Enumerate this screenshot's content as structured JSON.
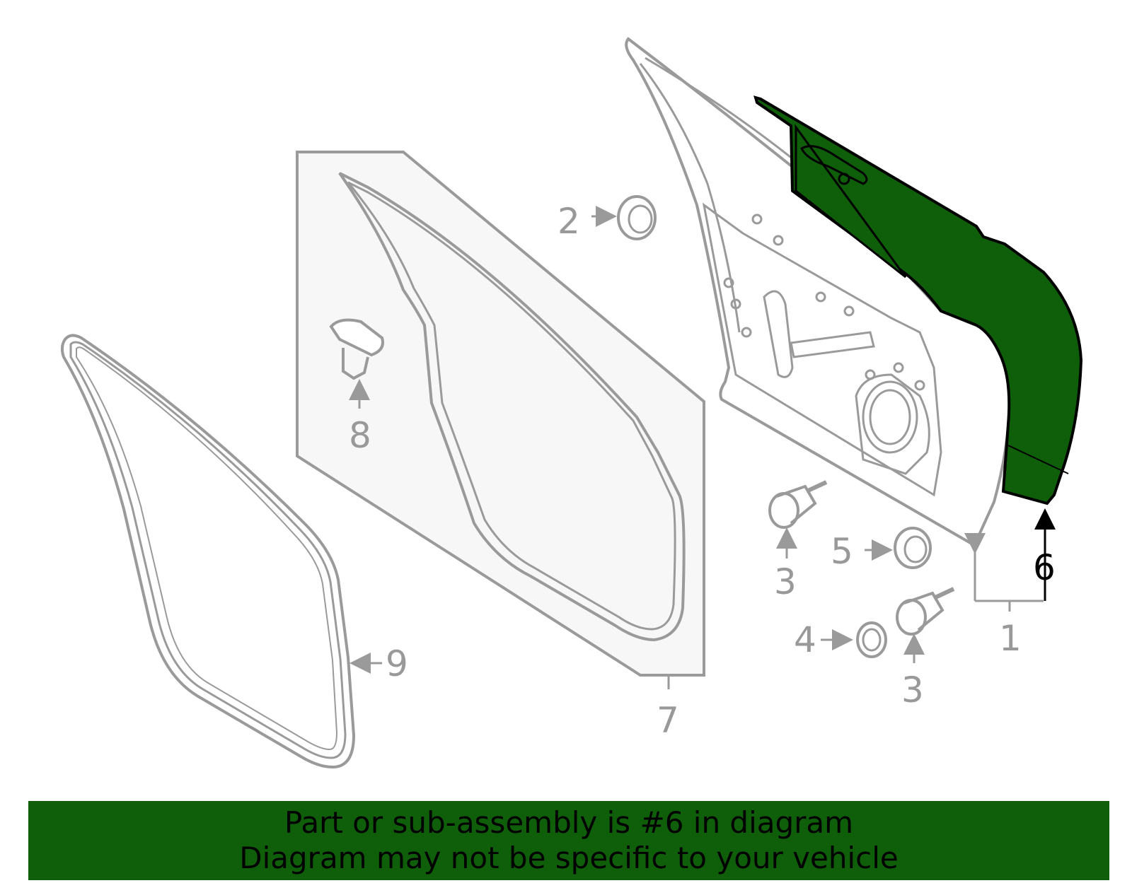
{
  "diagram": {
    "callouts": {
      "c1": "1",
      "c2": "2",
      "c3a": "3",
      "c3b": "3",
      "c4": "4",
      "c5": "5",
      "c6": "6",
      "c7": "7",
      "c8": "8",
      "c9": "9"
    },
    "highlighted_part": "6",
    "colors": {
      "line": "#9a9a9a",
      "highlight_fill": "#0f5e0a",
      "highlight_stroke": "#000000",
      "panel_fill": "#f7f7f7"
    }
  },
  "banner": {
    "line1": "Part or sub-assembly is #6 in diagram",
    "line2": "Diagram may not be specific to your vehicle"
  }
}
